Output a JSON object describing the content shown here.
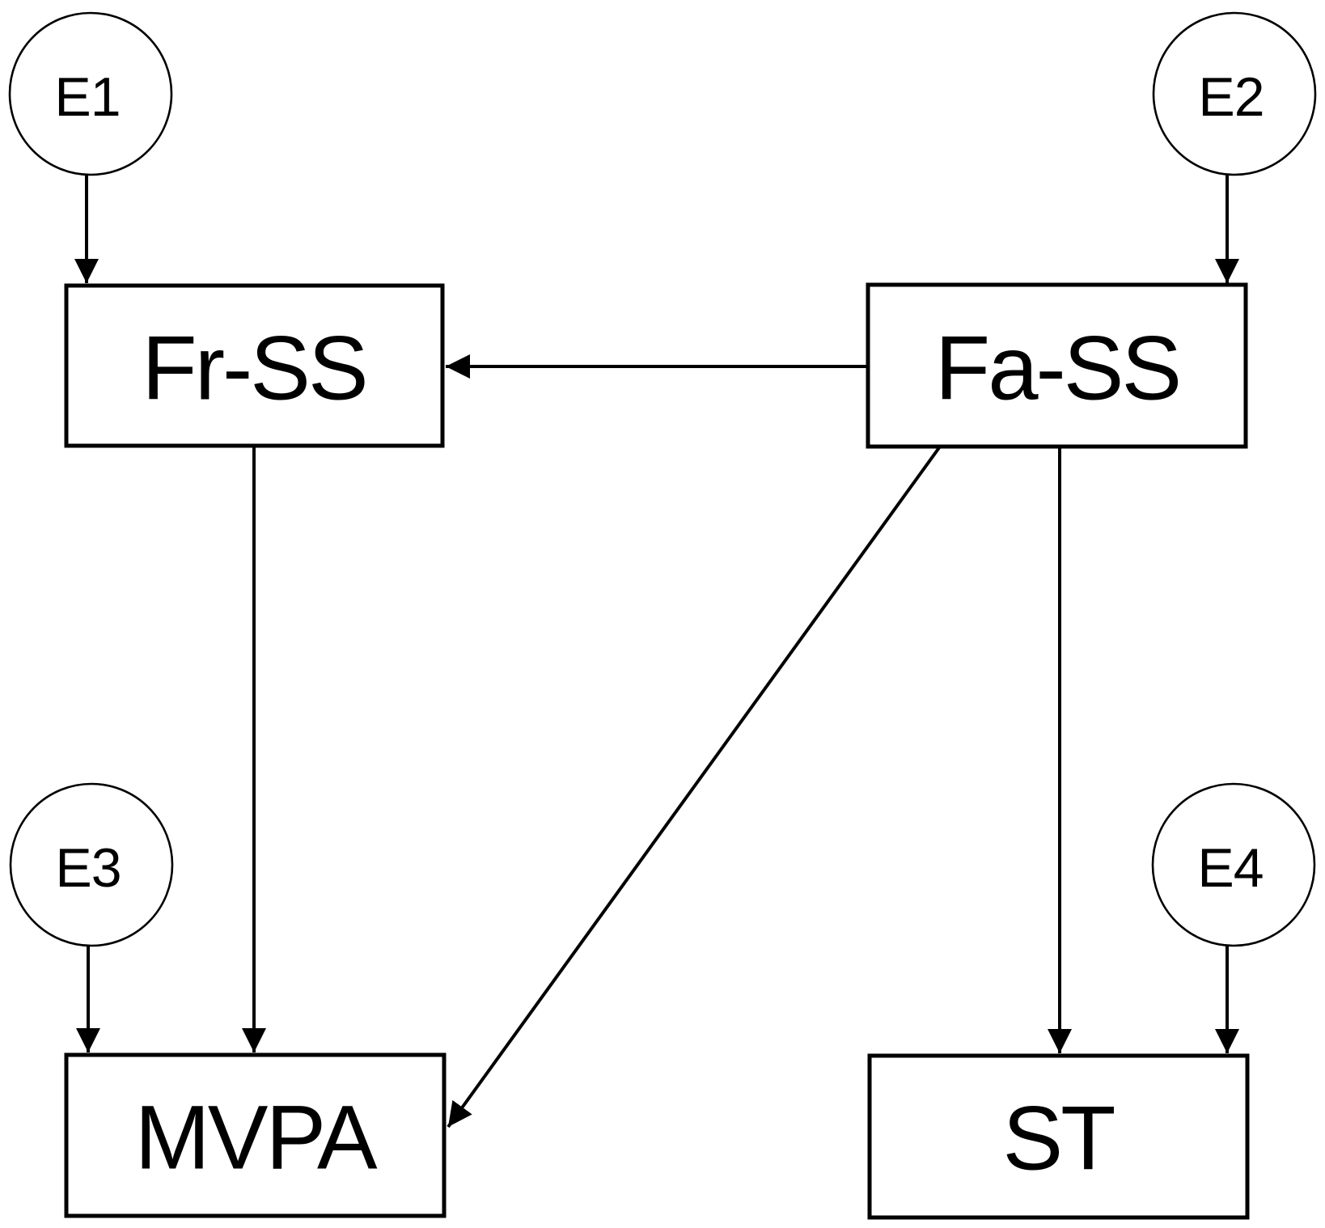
{
  "diagram": {
    "kind": "path-model-diagram",
    "colors": {
      "background": "#ffffff",
      "stroke": "#000000",
      "text": "#000000"
    },
    "nodes": {
      "fr_ss": {
        "label": "Fr-SS",
        "shape": "rectangle"
      },
      "fa_ss": {
        "label": "Fa-SS",
        "shape": "rectangle"
      },
      "mvpa": {
        "label": "MVPA",
        "shape": "rectangle"
      },
      "st": {
        "label": "ST",
        "shape": "rectangle"
      }
    },
    "error_terms": {
      "e1": {
        "label": "E1",
        "target": "Fr-SS"
      },
      "e2": {
        "label": "E2",
        "target": "Fa-SS"
      },
      "e3": {
        "label": "E3",
        "target": "MVPA"
      },
      "e4": {
        "label": "E4",
        "target": "ST"
      }
    },
    "paths": [
      {
        "from": "E1",
        "to": "Fr-SS"
      },
      {
        "from": "E2",
        "to": "Fa-SS"
      },
      {
        "from": "Fa-SS",
        "to": "Fr-SS"
      },
      {
        "from": "Fr-SS",
        "to": "MVPA"
      },
      {
        "from": "Fa-SS",
        "to": "MVPA"
      },
      {
        "from": "Fa-SS",
        "to": "ST"
      },
      {
        "from": "E3",
        "to": "MVPA"
      },
      {
        "from": "E4",
        "to": "ST"
      }
    ]
  }
}
